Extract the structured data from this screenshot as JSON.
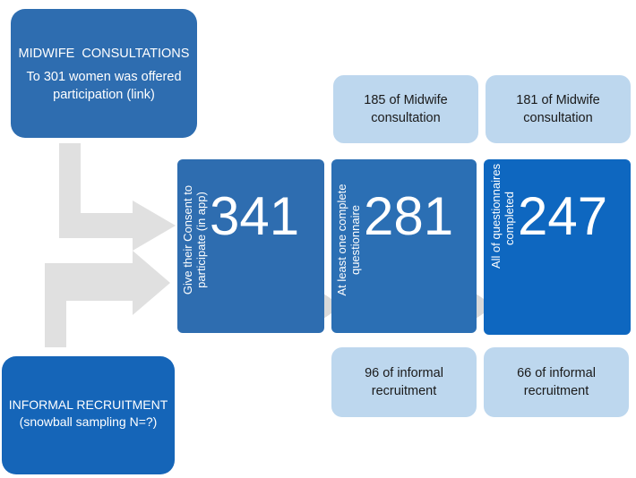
{
  "midwife_box": {
    "title": "MIDWIFE  CONSULTATIONS",
    "line1": "To 301 women was offered",
    "line2": "participation (link)"
  },
  "informal_box": {
    "line1": "INFORMAL RECRUITMENT",
    "line2": "(snowball sampling N=?)"
  },
  "stages": [
    {
      "number": "341",
      "label_line1": "Give their Consent to",
      "label_line2": "participate (in app)"
    },
    {
      "number": "281",
      "label_line1": "At least one complete",
      "label_line2": "questionnaire"
    },
    {
      "number": "247",
      "label_line1": "All of questionnaires",
      "label_line2": "completed"
    }
  ],
  "top_notes": [
    {
      "line1": "185 of Midwife",
      "line2": "consultation"
    },
    {
      "line1": "181 of Midwife",
      "line2": "consultation"
    }
  ],
  "bottom_notes": [
    {
      "line1": "96 of informal",
      "line2": "recruitment"
    },
    {
      "line1": "66 of informal",
      "line2": "recruitment"
    }
  ]
}
